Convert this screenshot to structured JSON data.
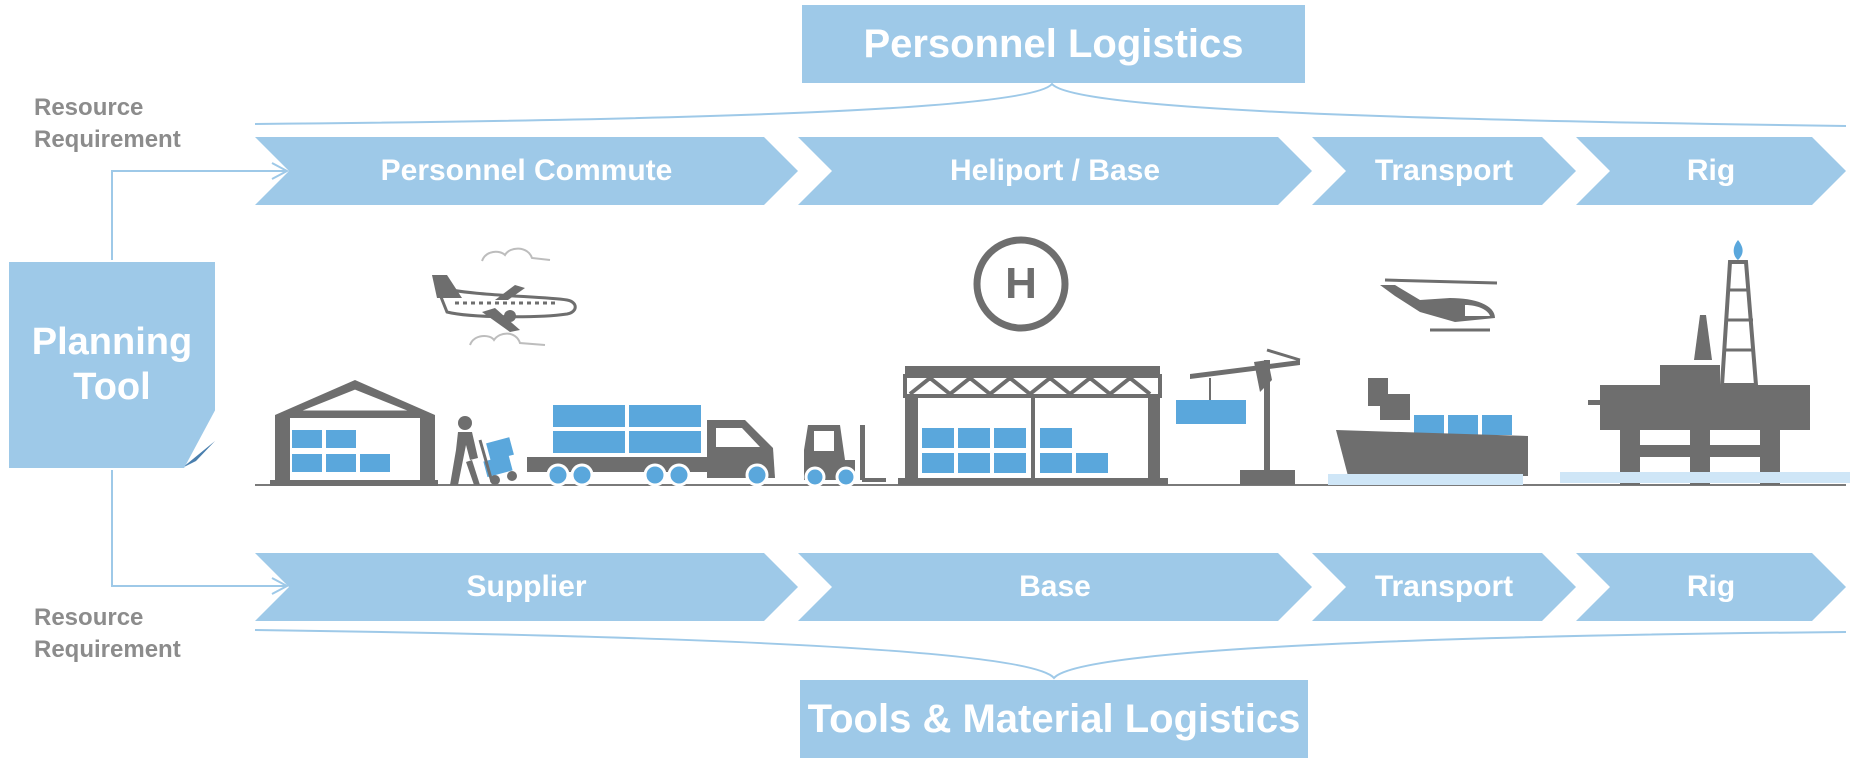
{
  "top": {
    "title": "Personnel Logistics",
    "requirement_label_line1": "Resource",
    "requirement_label_line2": "Requirement",
    "steps": [
      "Personnel Commute",
      "Heliport / Base",
      "Transport",
      "Rig"
    ]
  },
  "bottom": {
    "title": "Tools & Material Logistics",
    "requirement_label_line1": "Resource",
    "requirement_label_line2": "Requirement",
    "steps": [
      "Supplier",
      "Base",
      "Transport",
      "Rig"
    ]
  },
  "planning_tool": {
    "line1": "Planning",
    "line2": "Tool"
  },
  "heliport_symbol": "H",
  "colors": {
    "chevron_fill": "#9ec9e8",
    "icon_gray": "#6e6e6e",
    "icon_blue": "#5aa7dc",
    "label_gray": "#8c8c8c",
    "line_blue": "#9ec9e8"
  },
  "illustration_icons": [
    "warehouse-icon",
    "worker-with-trolley-icon",
    "truck-icon",
    "forklift-icon",
    "airplane-icon",
    "clouds-icon",
    "heliport-icon",
    "base-warehouse-icon",
    "crane-icon",
    "helicopter-icon",
    "supply-ship-icon",
    "oil-rig-icon"
  ]
}
